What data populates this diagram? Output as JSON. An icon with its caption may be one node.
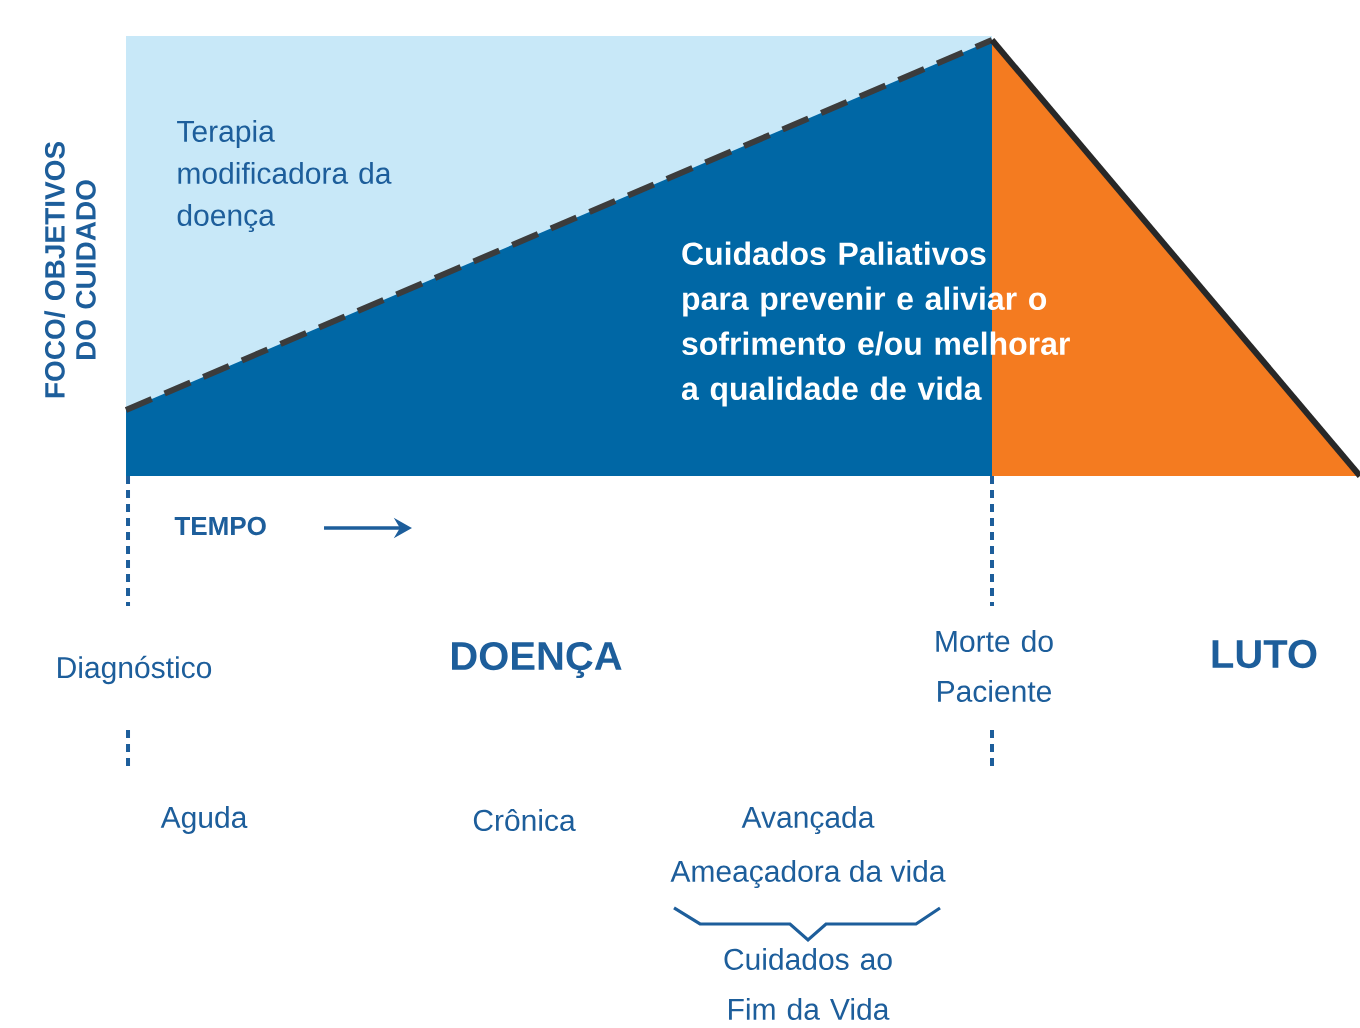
{
  "diagram": {
    "labels": [
      "FOCO/ OBJETIVOS DO CUIDADO",
      "Terapia modificadora da doença",
      "Cuidados Paliativos para prevenir e aliviar o sofrimento e/ou melhorar a qualidade de vida",
      "TEMPO",
      "Diagnóstico",
      "DOENÇA",
      "Morte do Paciente",
      "LUTO",
      "Aguda",
      "Crônica",
      "Avançada",
      "Ameaçadora da vida",
      "Cuidados ao Fim da Vida"
    ]
  }
}
